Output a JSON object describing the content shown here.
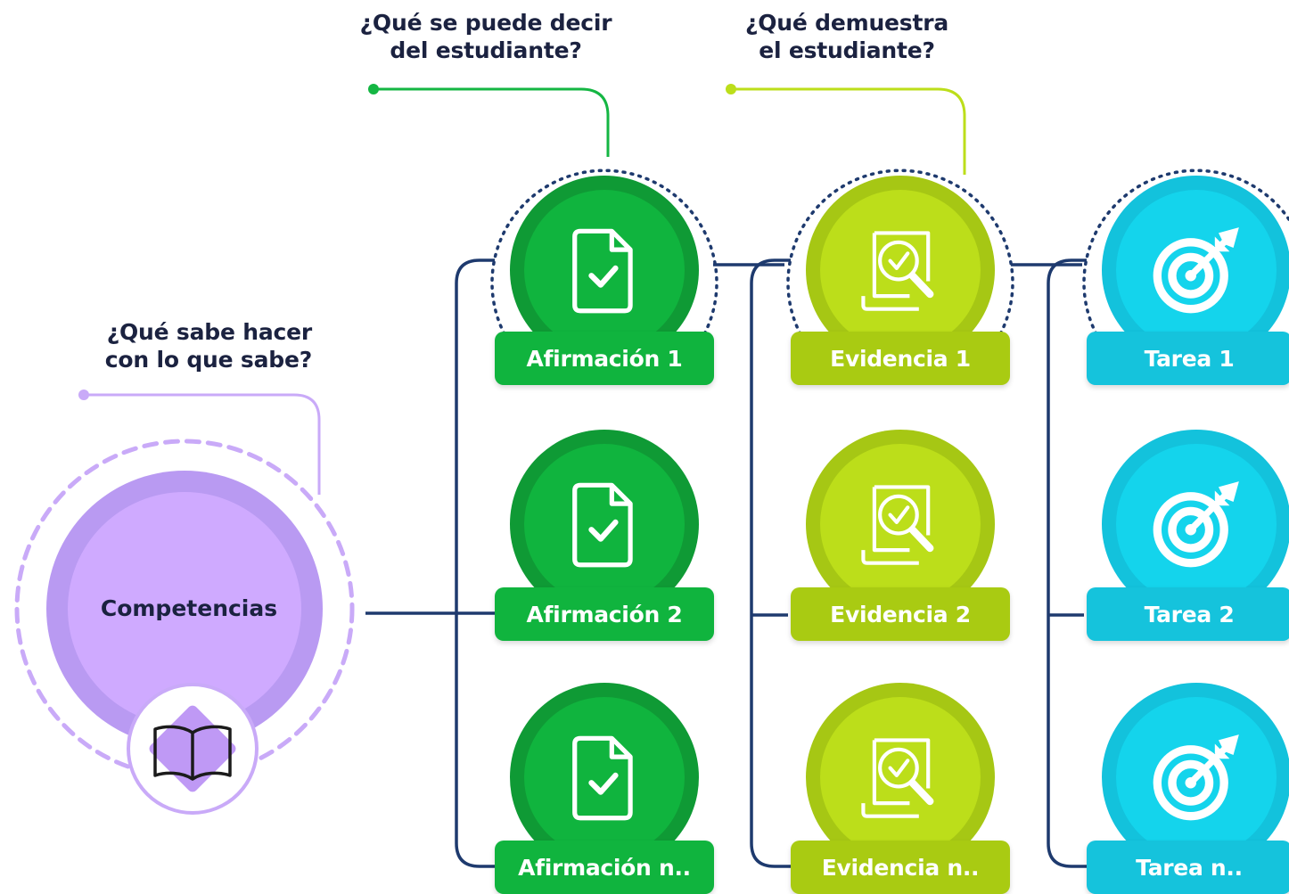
{
  "questions": {
    "competencias": "¿Qué sabe hacer\ncon lo que sabe?",
    "afirmaciones": "¿Qué se puede decir\ndel estudiante?",
    "evidencias": "¿Qué demuestra\nel estudiante?"
  },
  "competencias": {
    "label": "Competencias",
    "icon": "open-book-icon",
    "colors": {
      "outer": "#b99af2",
      "inner": "#cfaaff",
      "ring": "#c9aaf8"
    }
  },
  "columns": [
    {
      "key": "afirmaciones",
      "icon": "document-check-icon",
      "colors": {
        "outer": "#0f9a35",
        "inner": "#10b43e",
        "pill": "#10b43e",
        "accent": "#14b643"
      },
      "items": [
        "Afirmación 1",
        "Afirmación 2",
        "Afirmación n.."
      ]
    },
    {
      "key": "evidencias",
      "icon": "evidence-magnifier-icon",
      "colors": {
        "outer": "#a6c714",
        "inner": "#bcde1a",
        "pill": "#a9cb12",
        "accent": "#bcde1a"
      },
      "items": [
        "Evidencia 1",
        "Evidencia 2",
        "Evidencia n.."
      ]
    },
    {
      "key": "tareas",
      "icon": "target-arrow-icon",
      "colors": {
        "outer": "#13c2dc",
        "inner": "#14d4ec",
        "pill": "#15c3dc",
        "accent": "#15c3dc"
      },
      "items": [
        "Tarea 1",
        "Tarea 2",
        "Tarea n.."
      ]
    }
  ],
  "connector_color": "#1e3a6e"
}
